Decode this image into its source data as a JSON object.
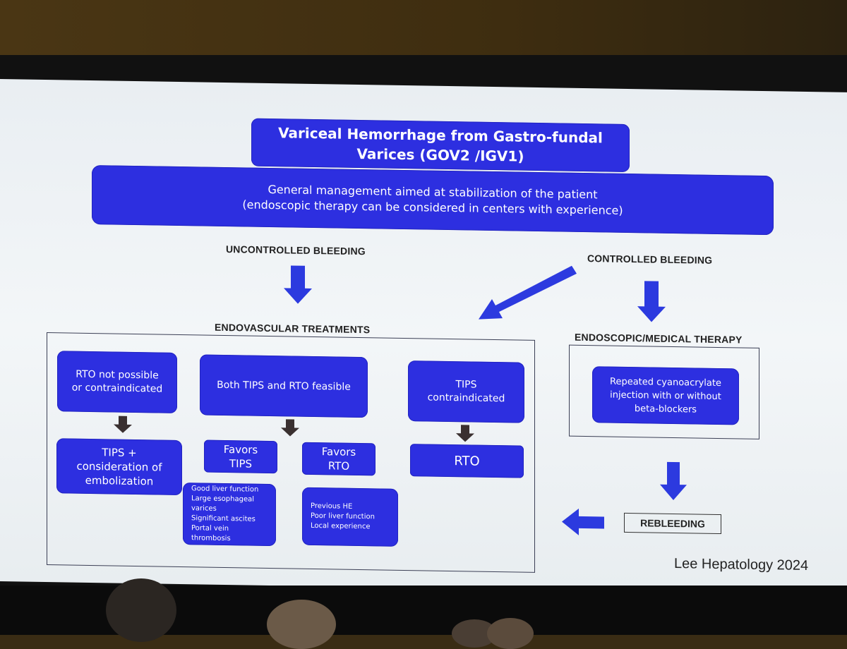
{
  "slide": {
    "title": "Variceal Hemorrhage from Gastro-fundal\nVarices (GOV2 /IGV1)",
    "general": "General management aimed at stabilization of the patient\n(endoscopic therapy can be considered in centers with experience)",
    "uncontrolled": "UNCONTROLLED BLEEDING",
    "controlled": "CONTROLLED BLEEDING",
    "endovascular": "ENDOVASCULAR TREATMENTS",
    "endoscopic": "ENDOSCOPIC/MEDICAL THERAPY",
    "rto_not_possible": "RTO not possible\nor contraindicated",
    "both_feasible": "Both TIPS and RTO feasible",
    "tips_contra": "TIPS\ncontraindicated",
    "tips_embolization": "TIPS +\nconsideration of\nembolization",
    "favors_tips": "Favors\nTIPS",
    "favors_rto": "Favors\nRTO",
    "rto": "RTO",
    "tips_criteria": "Good liver function\nLarge esophageal\nvarices\nSignificant ascites\nPortal vein\nthrombosis",
    "rto_criteria": "Previous HE\nPoor liver function\nLocal experience",
    "repeated": "Repeated cyanoacrylate\ninjection with or without\nbeta-blockers",
    "rebleeding": "REBLEEDING",
    "citation": "Lee Hepatology 2024"
  },
  "colors": {
    "box_fill": "#2d2fe0",
    "arrow_fill": "#2c3adf",
    "small_arrow_fill": "#3a3030"
  }
}
